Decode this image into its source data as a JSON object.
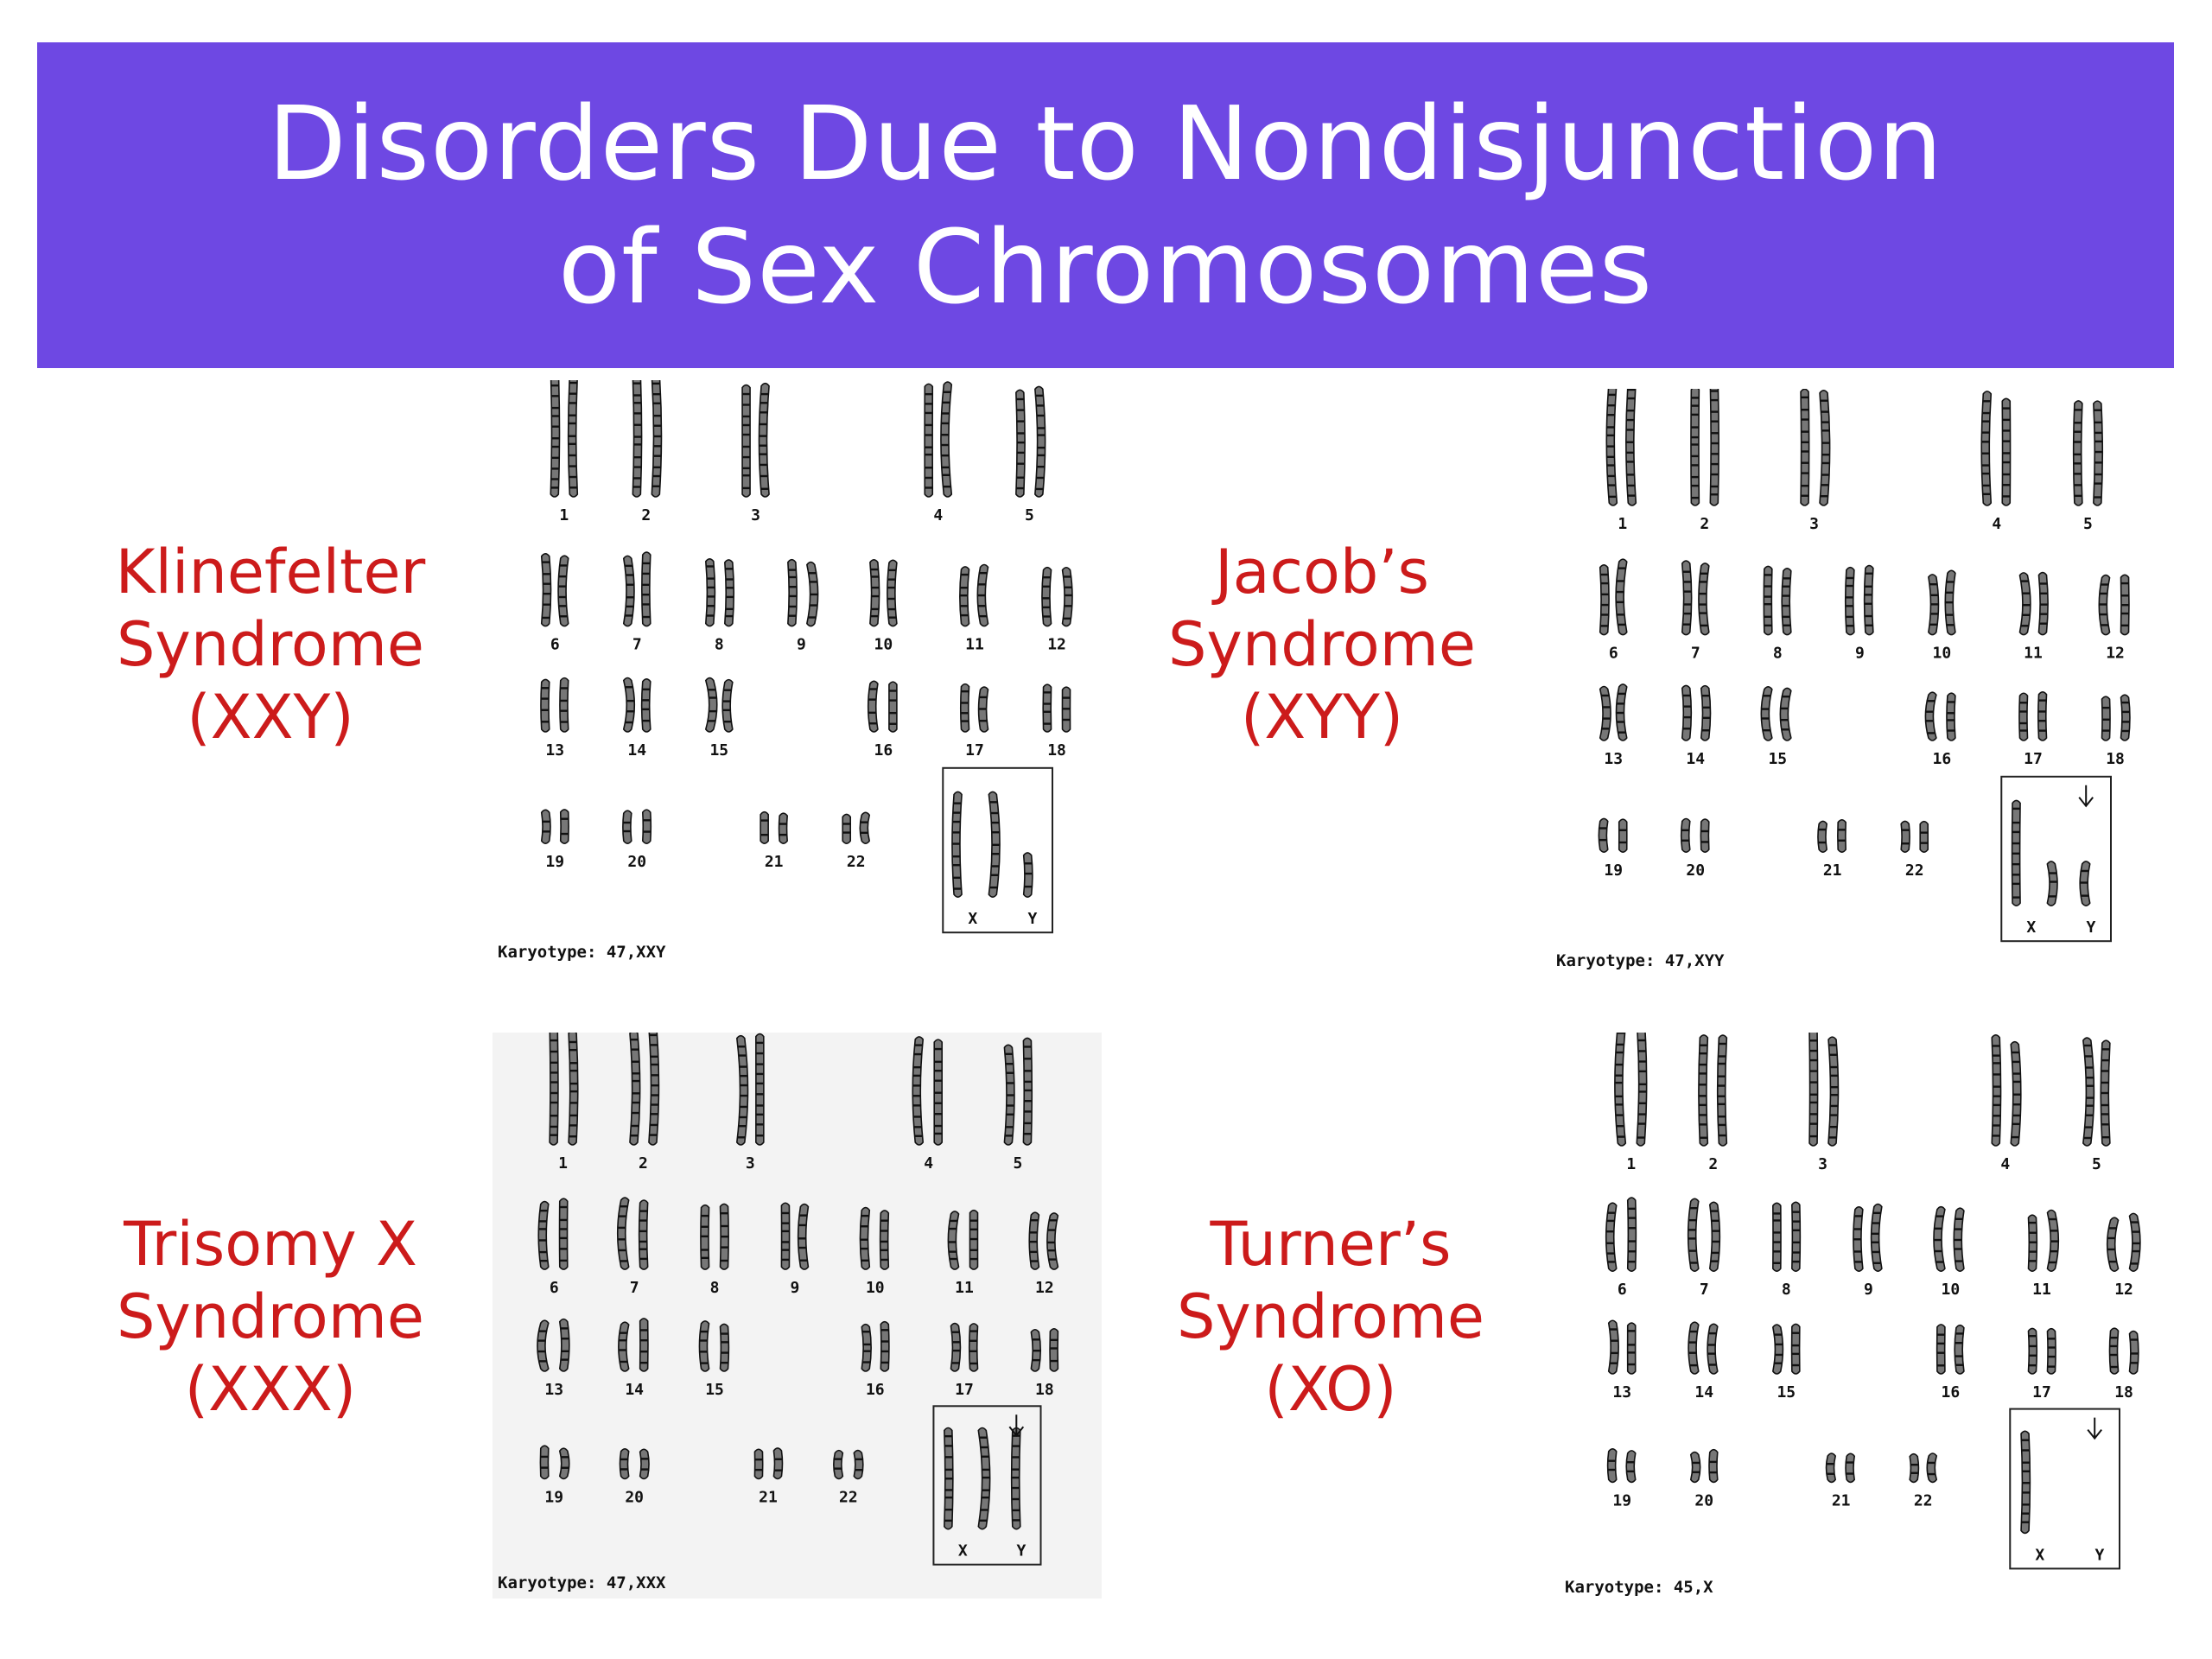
{
  "title": {
    "line1": "Disorders Due to Nondisjunction",
    "line2": "of Sex Chromosomes"
  },
  "colors": {
    "banner": "#6e48e3",
    "label": "#cc1b1b",
    "title_text": "#ffffff"
  },
  "panels": [
    {
      "id": "klinefelter",
      "label_lines": [
        "Klinefelter",
        "Syndrome",
        "(XXY)"
      ],
      "karyotype_label": "Karyotype: 47,XXY",
      "sex_chromosomes": [
        "X",
        "X",
        "Y"
      ],
      "arrow": false,
      "numbers": [
        "1",
        "2",
        "3",
        "4",
        "5",
        "6",
        "7",
        "8",
        "9",
        "10",
        "11",
        "12",
        "13",
        "14",
        "15",
        "16",
        "17",
        "18",
        "19",
        "20",
        "21",
        "22",
        "X",
        "Y"
      ]
    },
    {
      "id": "jacobs",
      "label_lines": [
        "Jacob’s",
        "Syndrome",
        "(XYY)"
      ],
      "karyotype_label": "Karyotype: 47,XYY",
      "sex_chromosomes": [
        "X",
        "Y",
        "Y"
      ],
      "arrow": true,
      "numbers": [
        "1",
        "2",
        "3",
        "4",
        "5",
        "6",
        "7",
        "8",
        "9",
        "10",
        "11",
        "12",
        "13",
        "14",
        "15",
        "16",
        "17",
        "18",
        "19",
        "20",
        "21",
        "22",
        "X",
        "Y"
      ]
    },
    {
      "id": "trisomy-x",
      "label_lines": [
        "Trisomy X",
        "Syndrome",
        "(XXX)"
      ],
      "karyotype_label": "Karyotype: 47,XXX",
      "sex_chromosomes": [
        "X",
        "X",
        "X"
      ],
      "arrow": true,
      "numbers": [
        "1",
        "2",
        "3",
        "4",
        "5",
        "6",
        "7",
        "8",
        "9",
        "10",
        "11",
        "12",
        "13",
        "14",
        "15",
        "16",
        "17",
        "18",
        "19",
        "20",
        "21",
        "22",
        "X",
        "Y"
      ]
    },
    {
      "id": "turners",
      "label_lines": [
        "Turner’s",
        "Syndrome",
        "(XO)"
      ],
      "karyotype_label": "Karyotype: 45,X",
      "sex_chromosomes": [
        "X"
      ],
      "arrow": true,
      "numbers": [
        "1",
        "2",
        "3",
        "4",
        "5",
        "6",
        "7",
        "8",
        "9",
        "10",
        "11",
        "12",
        "13",
        "14",
        "15",
        "16",
        "17",
        "18",
        "19",
        "20",
        "21",
        "22",
        "X",
        "Y"
      ]
    }
  ]
}
